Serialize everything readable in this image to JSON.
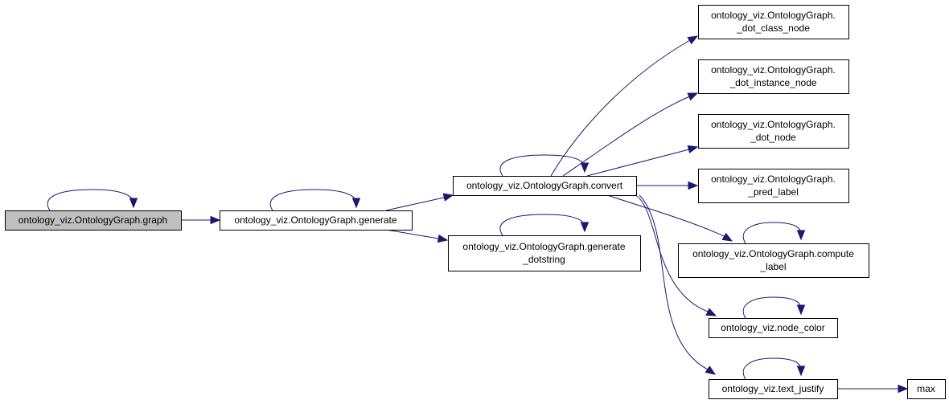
{
  "graph": {
    "colors": {
      "edge": "#191970",
      "root_fill": "#bfbfbf",
      "node_fill": "#ffffff",
      "node_border": "#000000"
    },
    "nodes": {
      "graph": [
        "ontology_viz.OntologyGraph.graph"
      ],
      "generate": [
        "ontology_viz.OntologyGraph.generate"
      ],
      "convert": [
        "ontology_viz.OntologyGraph.convert"
      ],
      "generate_dotstring": [
        "ontology_viz.OntologyGraph.generate",
        "_dotstring"
      ],
      "dot_class_node": [
        "ontology_viz.OntologyGraph.",
        "_dot_class_node"
      ],
      "dot_instance_node": [
        "ontology_viz.OntologyGraph.",
        "_dot_instance_node"
      ],
      "dot_node": [
        "ontology_viz.OntologyGraph.",
        "_dot_node"
      ],
      "pred_label": [
        "ontology_viz.OntologyGraph.",
        "_pred_label"
      ],
      "compute_label": [
        "ontology_viz.OntologyGraph.compute",
        "_label"
      ],
      "node_color": [
        "ontology_viz.node_color"
      ],
      "text_justify": [
        "ontology_viz.text_justify"
      ],
      "max": [
        "max"
      ]
    },
    "edges": [
      [
        "graph",
        "graph"
      ],
      [
        "graph",
        "generate"
      ],
      [
        "generate",
        "generate"
      ],
      [
        "generate",
        "convert"
      ],
      [
        "generate",
        "generate_dotstring"
      ],
      [
        "convert",
        "convert"
      ],
      [
        "convert",
        "dot_class_node"
      ],
      [
        "convert",
        "dot_instance_node"
      ],
      [
        "convert",
        "dot_node"
      ],
      [
        "convert",
        "pred_label"
      ],
      [
        "convert",
        "compute_label"
      ],
      [
        "convert",
        "node_color"
      ],
      [
        "convert",
        "text_justify"
      ],
      [
        "generate_dotstring",
        "generate_dotstring"
      ],
      [
        "compute_label",
        "compute_label"
      ],
      [
        "node_color",
        "node_color"
      ],
      [
        "text_justify",
        "text_justify"
      ],
      [
        "text_justify",
        "max"
      ]
    ]
  }
}
